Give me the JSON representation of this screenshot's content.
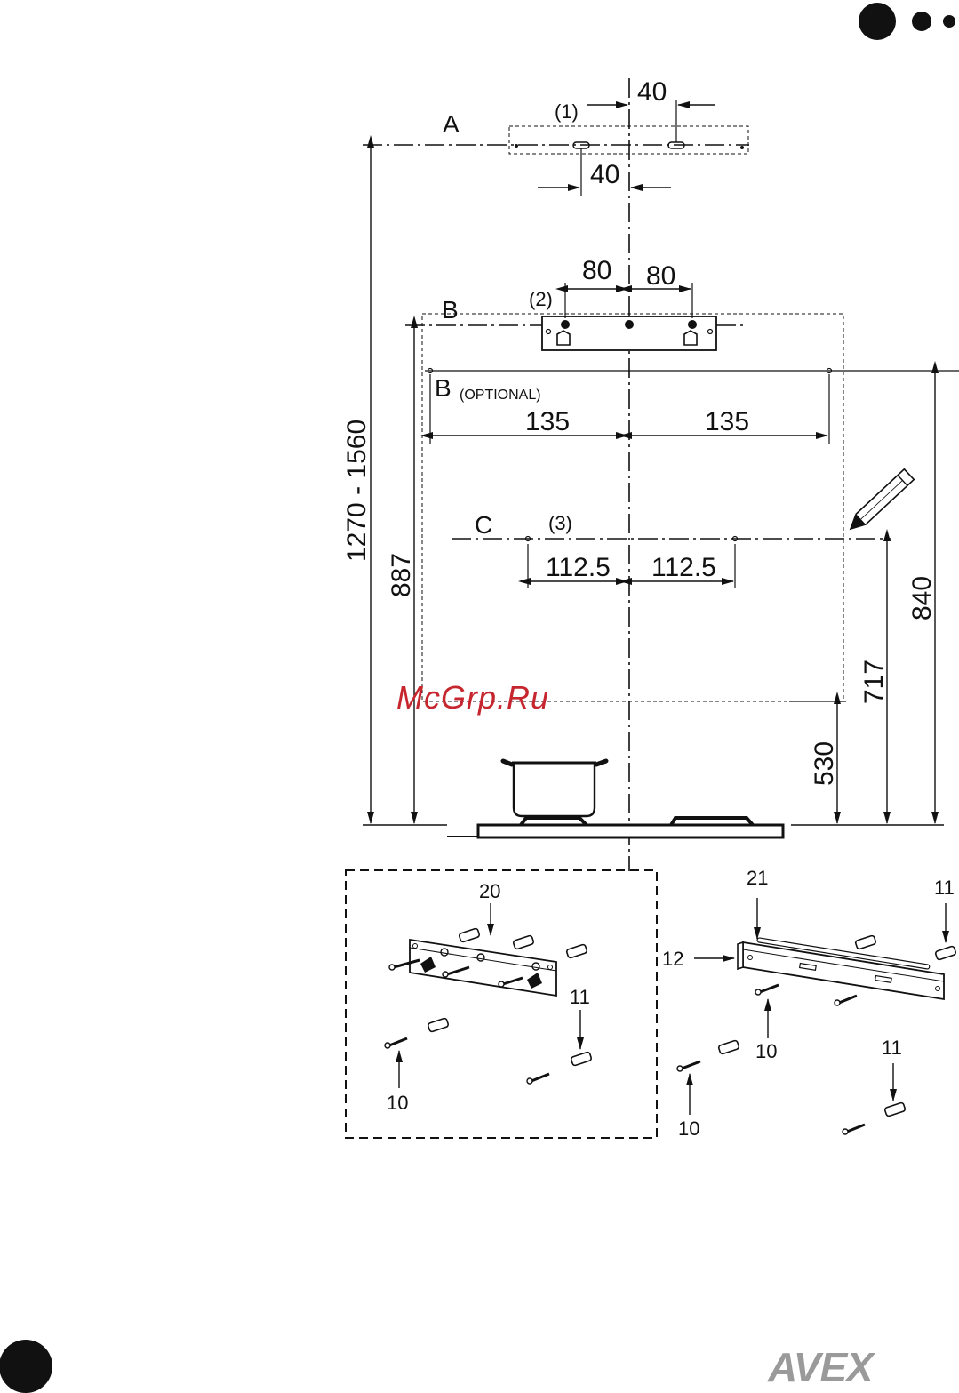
{
  "nav_dots": [
    "large-dot",
    "medium-dot",
    "small-dot"
  ],
  "labels": {
    "a": "A",
    "b": "B",
    "b_optional_letter": "B",
    "b_optional_note": "(OPTIONAL)",
    "c": "C",
    "ref1": "(1)",
    "ref2": "(2)",
    "ref3": "(3)"
  },
  "dims": {
    "a_top": "40",
    "a_bottom": "40",
    "b_left": "80",
    "b_right": "80",
    "bopt_left": "135",
    "bopt_right": "135",
    "c_left": "112.5",
    "c_right": "112.5",
    "total_height": "1270 - 1560",
    "h887": "887",
    "h840": "840",
    "h717": "717",
    "h530": "530"
  },
  "parts": {
    "kit_left_bracket": "20",
    "kit_left_anchor": "11",
    "kit_left_screw": "10",
    "kit_right_bracket": "21",
    "kit_right_anchor_top": "11",
    "kit_right_washer": "12",
    "kit_right_screw_mid": "10",
    "kit_right_anchor_bottom": "11",
    "kit_right_screw_bottom": "10"
  },
  "watermark": "McGrp.Ru",
  "brand": "AVEX",
  "colors": {
    "ink": "#111111",
    "watermark": "#c6262e",
    "logo": "#9a9a9a"
  }
}
